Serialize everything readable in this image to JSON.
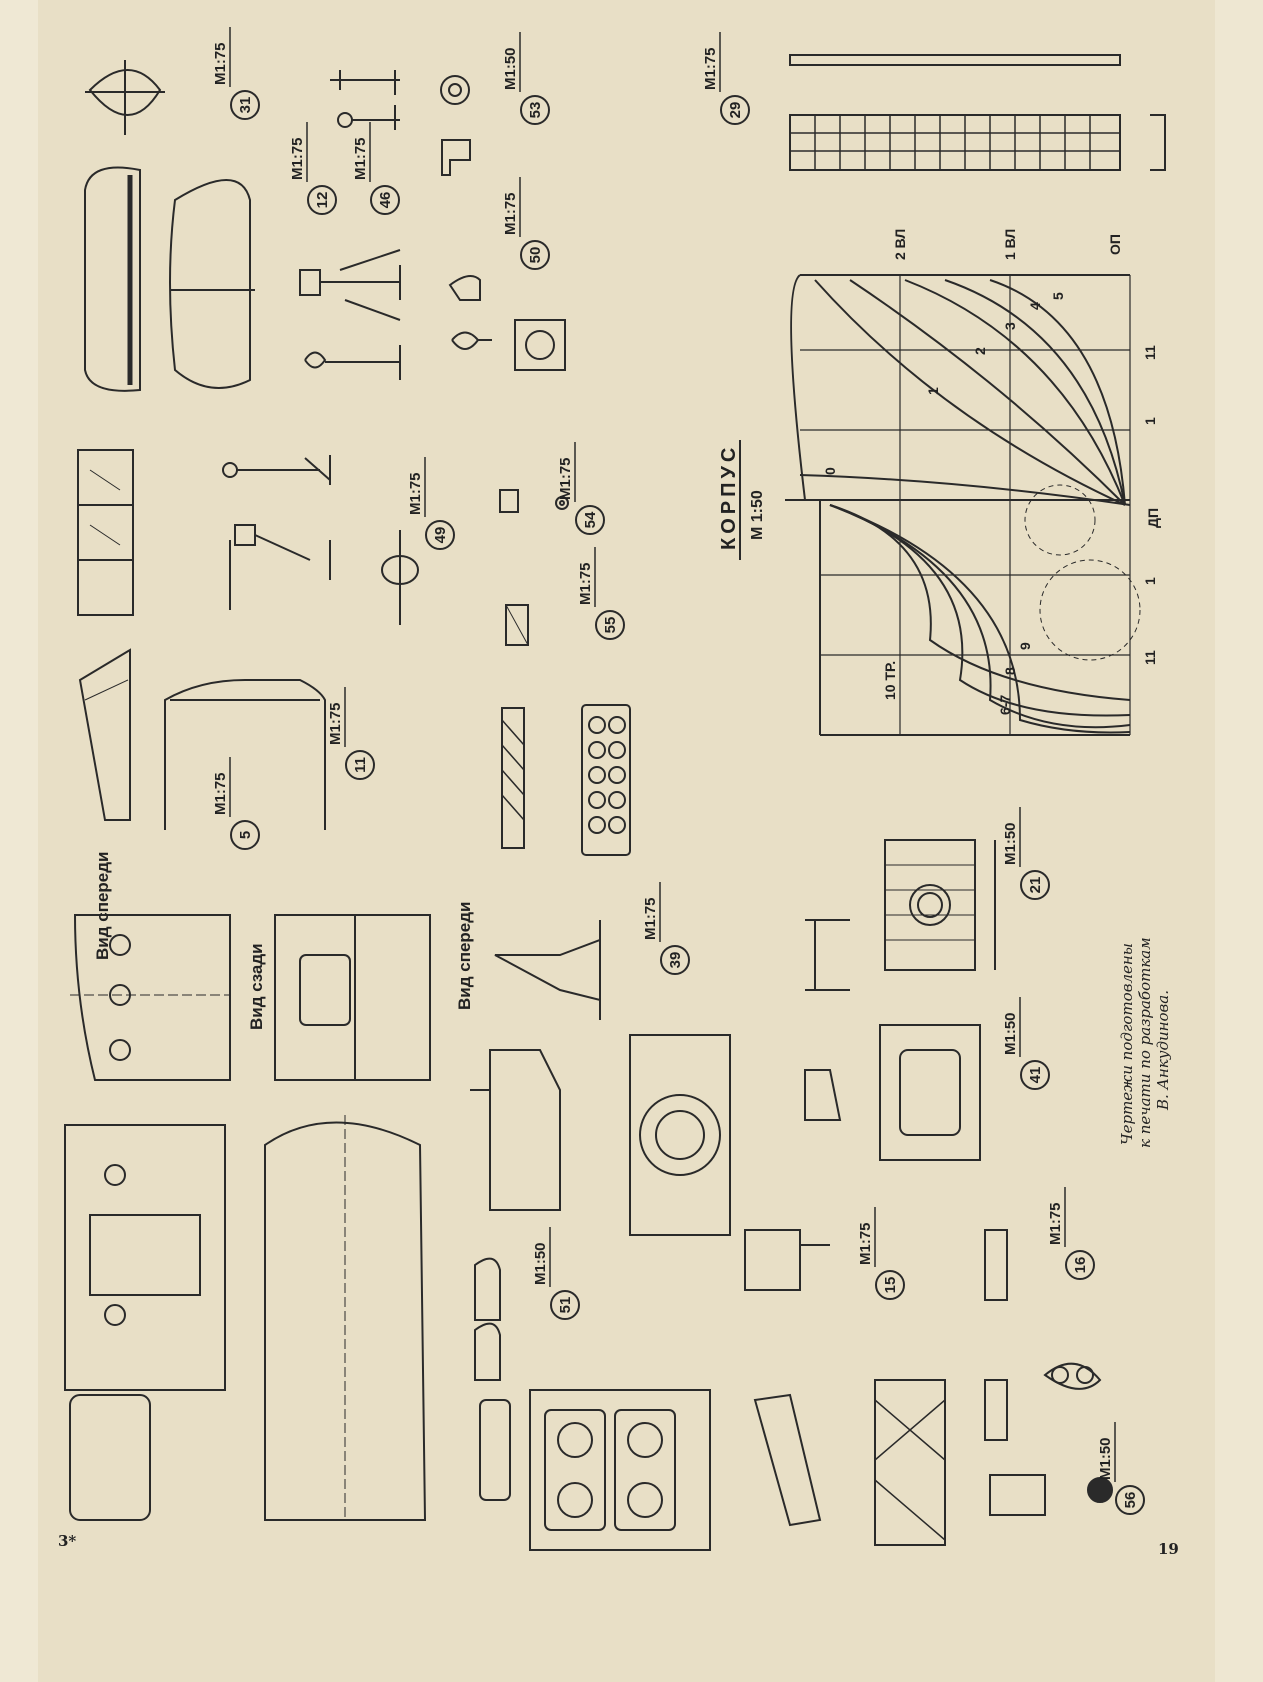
{
  "page": {
    "number": "19",
    "signature": "3*"
  },
  "labels": {
    "vid_speredi_1": "Вид спереди",
    "vid_szadi": "Вид сзади",
    "vid_speredi_2": "Вид спереди",
    "korpus_title": "КОРПУС",
    "korpus_scale": "М 1:50"
  },
  "credit": {
    "line1": "Чертежи подготовлены",
    "line2": "к печати по разработкам",
    "line3": "В. Анкудинова."
  },
  "parts": [
    {
      "key": "p31",
      "number": "31",
      "scale": "М1:75"
    },
    {
      "key": "p12",
      "number": "12",
      "scale": "М1:75"
    },
    {
      "key": "p46",
      "number": "46",
      "scale": "М1:75"
    },
    {
      "key": "p53",
      "number": "53",
      "scale": "М1:50"
    },
    {
      "key": "p50",
      "number": "50",
      "scale": "М1:75"
    },
    {
      "key": "p29",
      "number": "29",
      "scale": "М1:75"
    },
    {
      "key": "p49",
      "number": "49",
      "scale": "М1:75"
    },
    {
      "key": "p54",
      "number": "54",
      "scale": "М1:75"
    },
    {
      "key": "p55",
      "number": "55",
      "scale": "М1:75"
    },
    {
      "key": "p11",
      "number": "11",
      "scale": "М1:75"
    },
    {
      "key": "p5",
      "number": "5",
      "scale": "М1:75"
    },
    {
      "key": "p39",
      "number": "39",
      "scale": "М1:75"
    },
    {
      "key": "p21",
      "number": "21",
      "scale": "М1:50"
    },
    {
      "key": "p41",
      "number": "41",
      "scale": "М1:50"
    },
    {
      "key": "p51",
      "number": "51",
      "scale": "М1:50"
    },
    {
      "key": "p15",
      "number": "15",
      "scale": "М1:75"
    },
    {
      "key": "p16",
      "number": "16",
      "scale": "М1:75"
    },
    {
      "key": "p56",
      "number": "56",
      "scale": "М1:50"
    }
  ],
  "hull": {
    "right_lines": [
      "0",
      "1",
      "2",
      "3",
      "4",
      "5"
    ],
    "left_lines": [
      "9",
      "8",
      "6-7",
      "10 ТР."
    ],
    "waterlines": [
      "2 ВЛ",
      "1 ВЛ",
      "ОП"
    ],
    "bottom_marks": [
      "11",
      "1",
      "ДП",
      "1",
      "11"
    ]
  }
}
